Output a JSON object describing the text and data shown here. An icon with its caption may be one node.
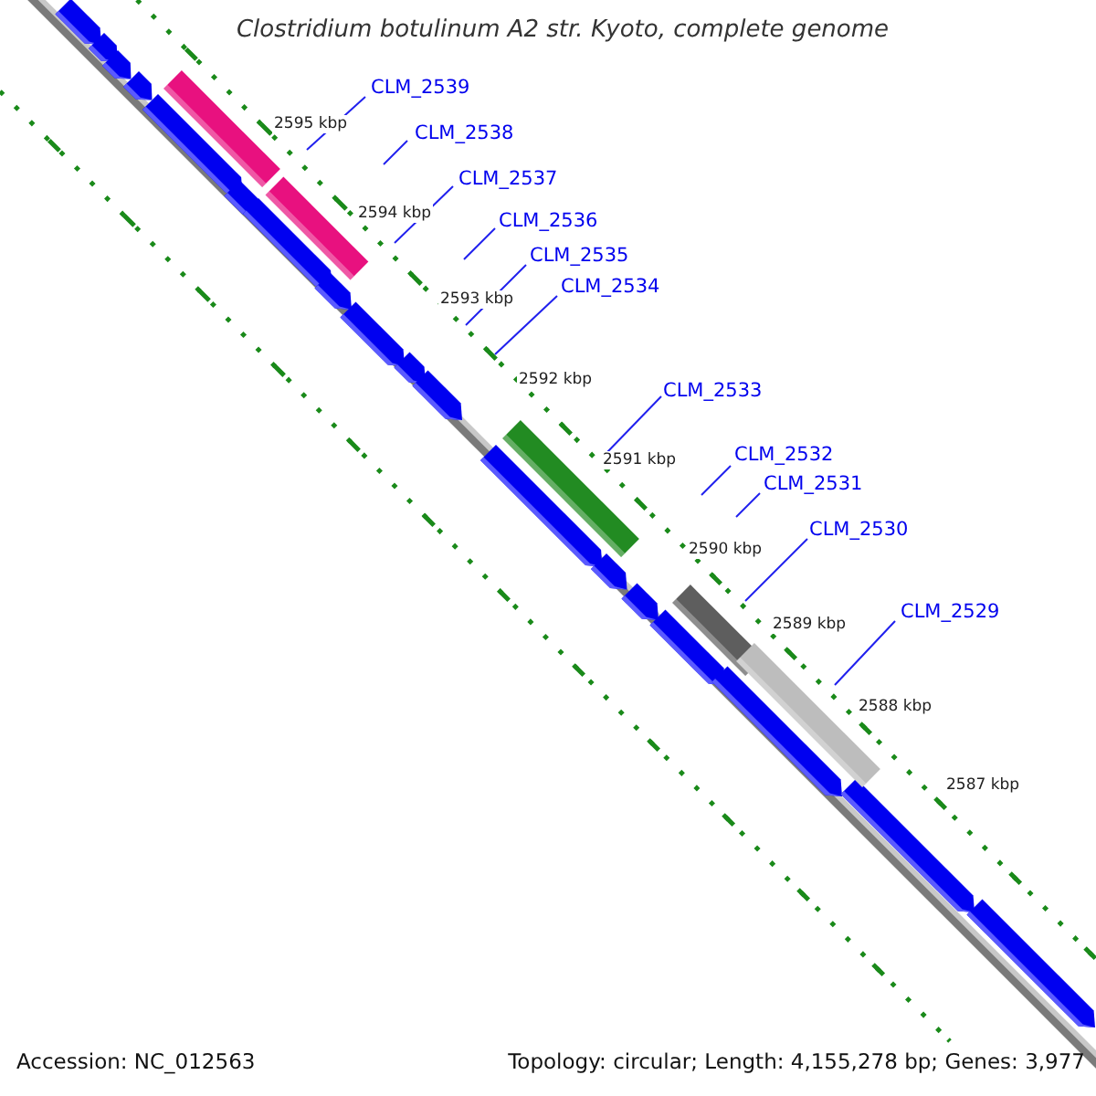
{
  "diagram": {
    "title": "Clostridium botulinum A2 str. Kyoto, complete genome",
    "nodes": [
      {
        "text": [
          "CLM_2539"
        ]
      },
      {
        "text": [
          "CLM_2538"
        ]
      },
      {
        "text": [
          "CLM_2537"
        ]
      },
      {
        "text": [
          "CLM_2536"
        ]
      },
      {
        "text": [
          "CLM_2535"
        ]
      },
      {
        "text": [
          "CLM_2534"
        ]
      },
      {
        "text": [
          "CLM_2533"
        ]
      },
      {
        "text": [
          "CLM_2532"
        ]
      },
      {
        "text": [
          "CLM_2531"
        ]
      },
      {
        "text": [
          "CLM_2530"
        ]
      },
      {
        "text": [
          "CLM_2529"
        ]
      }
    ],
    "edges": [
      {
        "from": 0,
        "to": null,
        "arrow": "none"
      },
      {
        "from": 1,
        "to": null,
        "arrow": "none"
      },
      {
        "from": 2,
        "to": null,
        "arrow": "none"
      },
      {
        "from": 3,
        "to": null,
        "arrow": "none"
      },
      {
        "from": 4,
        "to": null,
        "arrow": "none"
      },
      {
        "from": 5,
        "to": null,
        "arrow": "none"
      },
      {
        "from": 6,
        "to": null,
        "arrow": "none"
      },
      {
        "from": 7,
        "to": null,
        "arrow": "none"
      },
      {
        "from": 8,
        "to": null,
        "arrow": "none"
      },
      {
        "from": 9,
        "to": null,
        "arrow": "none"
      },
      {
        "from": 10,
        "to": null,
        "arrow": "none"
      }
    ],
    "labels": [
      "2595 kbp",
      "2594 kbp",
      "2593 kbp",
      "2592 kbp",
      "2591 kbp",
      "2590 kbp",
      "2589 kbp",
      "2588 kbp",
      "2587 kbp",
      "Accession: NC_012563",
      "Topology: circular; Length: 4,155,278 bp; Genes: 3,977"
    ]
  }
}
